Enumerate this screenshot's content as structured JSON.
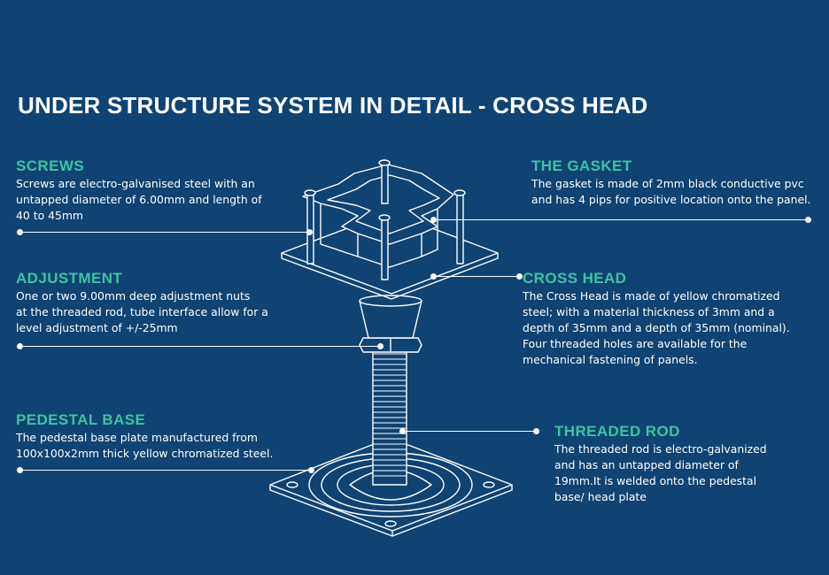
{
  "title": "UNDER STRUCTURE SYSTEM IN DETAIL - CROSS HEAD",
  "colors": {
    "background": "#0e4373",
    "heading": "#3ec3a2",
    "text": "#ffffff"
  },
  "callouts": {
    "screws": {
      "heading": "SCREWS",
      "lines": [
        "Screws are electro-galvanised steel with an",
        "untapped diameter of 6.00mm and length of",
        "40 to 45mm"
      ]
    },
    "adjustment": {
      "heading": "ADJUSTMENT",
      "lines": [
        "One or two 9.00mm deep adjustment nuts",
        "at the threaded rod, tube interface allow for a",
        "level adjustment of +/-25mm"
      ]
    },
    "pedestal_base": {
      "heading": "PEDESTAL BASE",
      "lines": [
        "The pedestal base plate manufactured from",
        "100x100x2mm thick yellow chromatized steel."
      ]
    },
    "gasket": {
      "heading": "THE GASKET",
      "lines": [
        "The gasket is made of 2mm black conductive pvc",
        "and has 4 pips for positive location onto the panel."
      ]
    },
    "cross_head": {
      "heading": "CROSS HEAD",
      "lines": [
        "The Cross Head is made of yellow chromatized",
        "steel; with a material thickness of 3mm and a",
        "depth of 35mm and a depth of 35mm (nominal).",
        "Four threaded holes are available for the",
        "mechanical fastening of panels."
      ]
    },
    "threaded_rod": {
      "heading": "THREADED ROD",
      "lines": [
        "The threaded rod is electro-galvanized",
        "and has an untapped diameter of",
        "19mm.It is welded onto the pedestal",
        "base/ head plate"
      ]
    }
  }
}
